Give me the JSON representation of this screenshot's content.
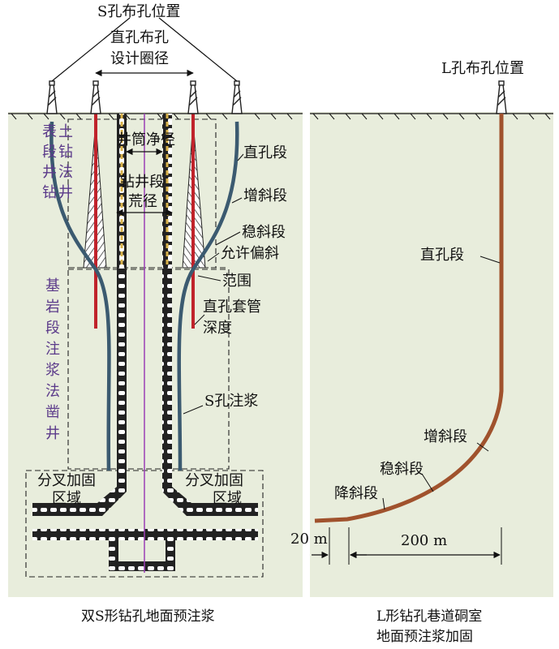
{
  "left": {
    "s_hole_position": "S孔布孔位置",
    "vertical_circle": [
      "直孔布孔",
      "设计圈径"
    ],
    "shaft_net_diameter": "井筒净径",
    "drill_rough_diameter": [
      "钻井段",
      "荒径"
    ],
    "topsoil_method": [
      "表",
      "土",
      "段",
      "钻",
      "井",
      "法",
      "钻",
      "井"
    ],
    "bedrock_method": [
      "基",
      "岩",
      "段",
      "注",
      "浆",
      "法",
      "凿",
      "井"
    ],
    "straight_section": "直孔段",
    "build_section": "增斜段",
    "hold_section": "稳斜段",
    "allowed_deviation": [
      "允许偏斜",
      "范围"
    ],
    "casing_depth": [
      "直孔套管",
      "深度"
    ],
    "s_grouting": "S孔注浆",
    "fork_left": [
      "分叉加固",
      "区域"
    ],
    "fork_right": [
      "分叉加固",
      "区域"
    ],
    "caption": "双S形钻孔地面预注浆"
  },
  "right": {
    "l_hole_position": "L孔布孔位置",
    "straight_section": "直孔段",
    "build_section": "增斜段",
    "hold_section": "稳斜段",
    "drop_section": "降斜段",
    "dim_small": "20 m",
    "dim_large": "200 m",
    "caption": [
      "L形钻孔巷道硐室",
      "地面预注浆加固"
    ]
  },
  "colors": {
    "background_panel": "#e8eddc",
    "blue_hole": "#3b5a70",
    "red_casing": "#c0232b",
    "brown_hole": "#a0522d",
    "shaft_yellow": "#d8b24a",
    "axis_purple": "#9b3fb5"
  }
}
